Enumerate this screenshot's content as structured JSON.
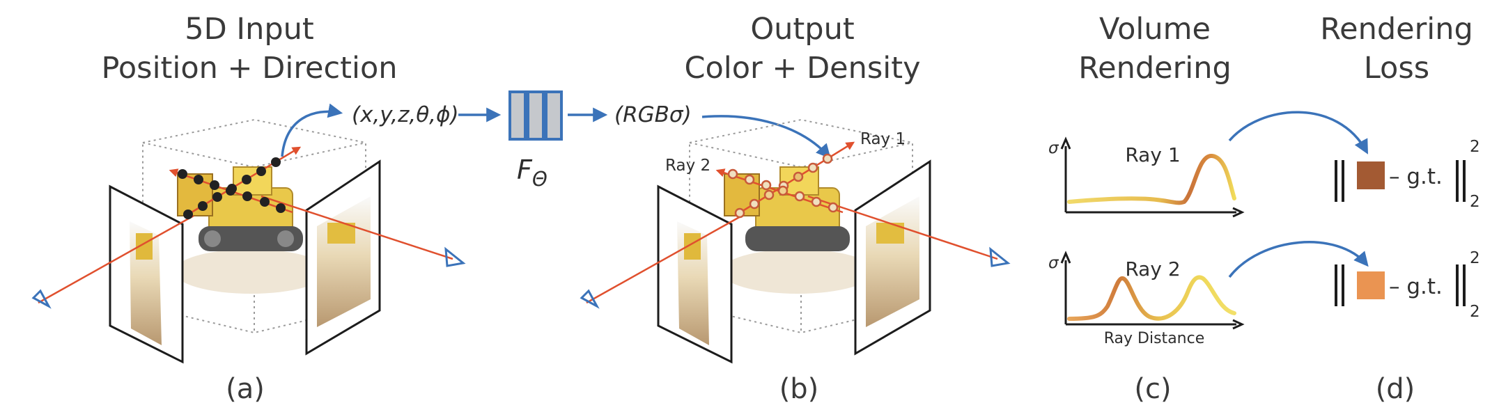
{
  "panels": {
    "a": {
      "title_line1": "5D Input",
      "title_line2": "Position + Direction",
      "caption": "(a)",
      "input_tuple": "(x,y,z,θ,ϕ)"
    },
    "network": {
      "label": "F",
      "subscript": "Θ"
    },
    "b": {
      "title_line1": "Output",
      "title_line2": "Color + Density",
      "caption": "(b)",
      "output_tuple": "(RGBσ)",
      "ray1_label": "Ray 1",
      "ray2_label": "Ray 2"
    },
    "c": {
      "title_line1": "Volume",
      "title_line2": "Rendering",
      "caption": "(c)",
      "sigma_symbol": "σ",
      "ray1_label": "Ray 1",
      "ray2_label": "Ray 2",
      "x_axis_label": "Ray Distance"
    },
    "d": {
      "title_line1": "Rendering",
      "title_line2": "Loss",
      "caption": "(d)",
      "gt_label": "– g.t.",
      "exponent": "2",
      "subscript": "2"
    }
  },
  "colors": {
    "ray_red": "#e0502e",
    "arrow_blue": "#3b73b9",
    "ray1_swatch": "#a35a33",
    "ray2_swatch": "#ea9452",
    "curve_yellow": "#f0d656",
    "curve_orange": "#d98a3d",
    "network_fill": "#c5c8cc"
  }
}
